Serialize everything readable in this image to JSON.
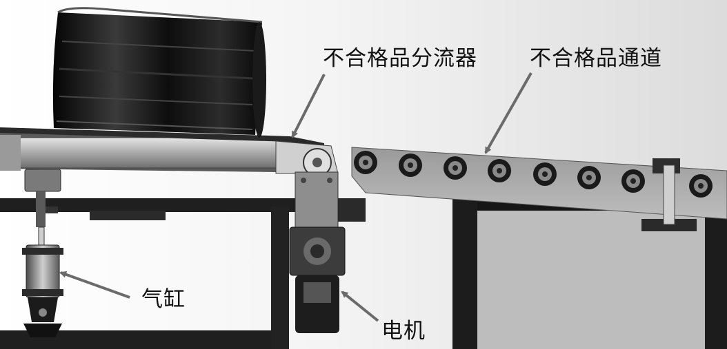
{
  "labels": {
    "reject_diverter": "不合格品分流器",
    "reject_channel": "不合格品通道",
    "cylinder": "气缸",
    "motor": "电机"
  },
  "colors": {
    "background": "#f2f2f2",
    "frame": "#1c1c1c",
    "steel": "#b8b8b8",
    "steel_dark": "#8a8a8a",
    "wheel": "#111111",
    "arrow": "#6b6b6b"
  },
  "icons": {
    "leader_arrow": "arrow",
    "wheel_rim": "wheel-rim",
    "roller": "roller"
  }
}
